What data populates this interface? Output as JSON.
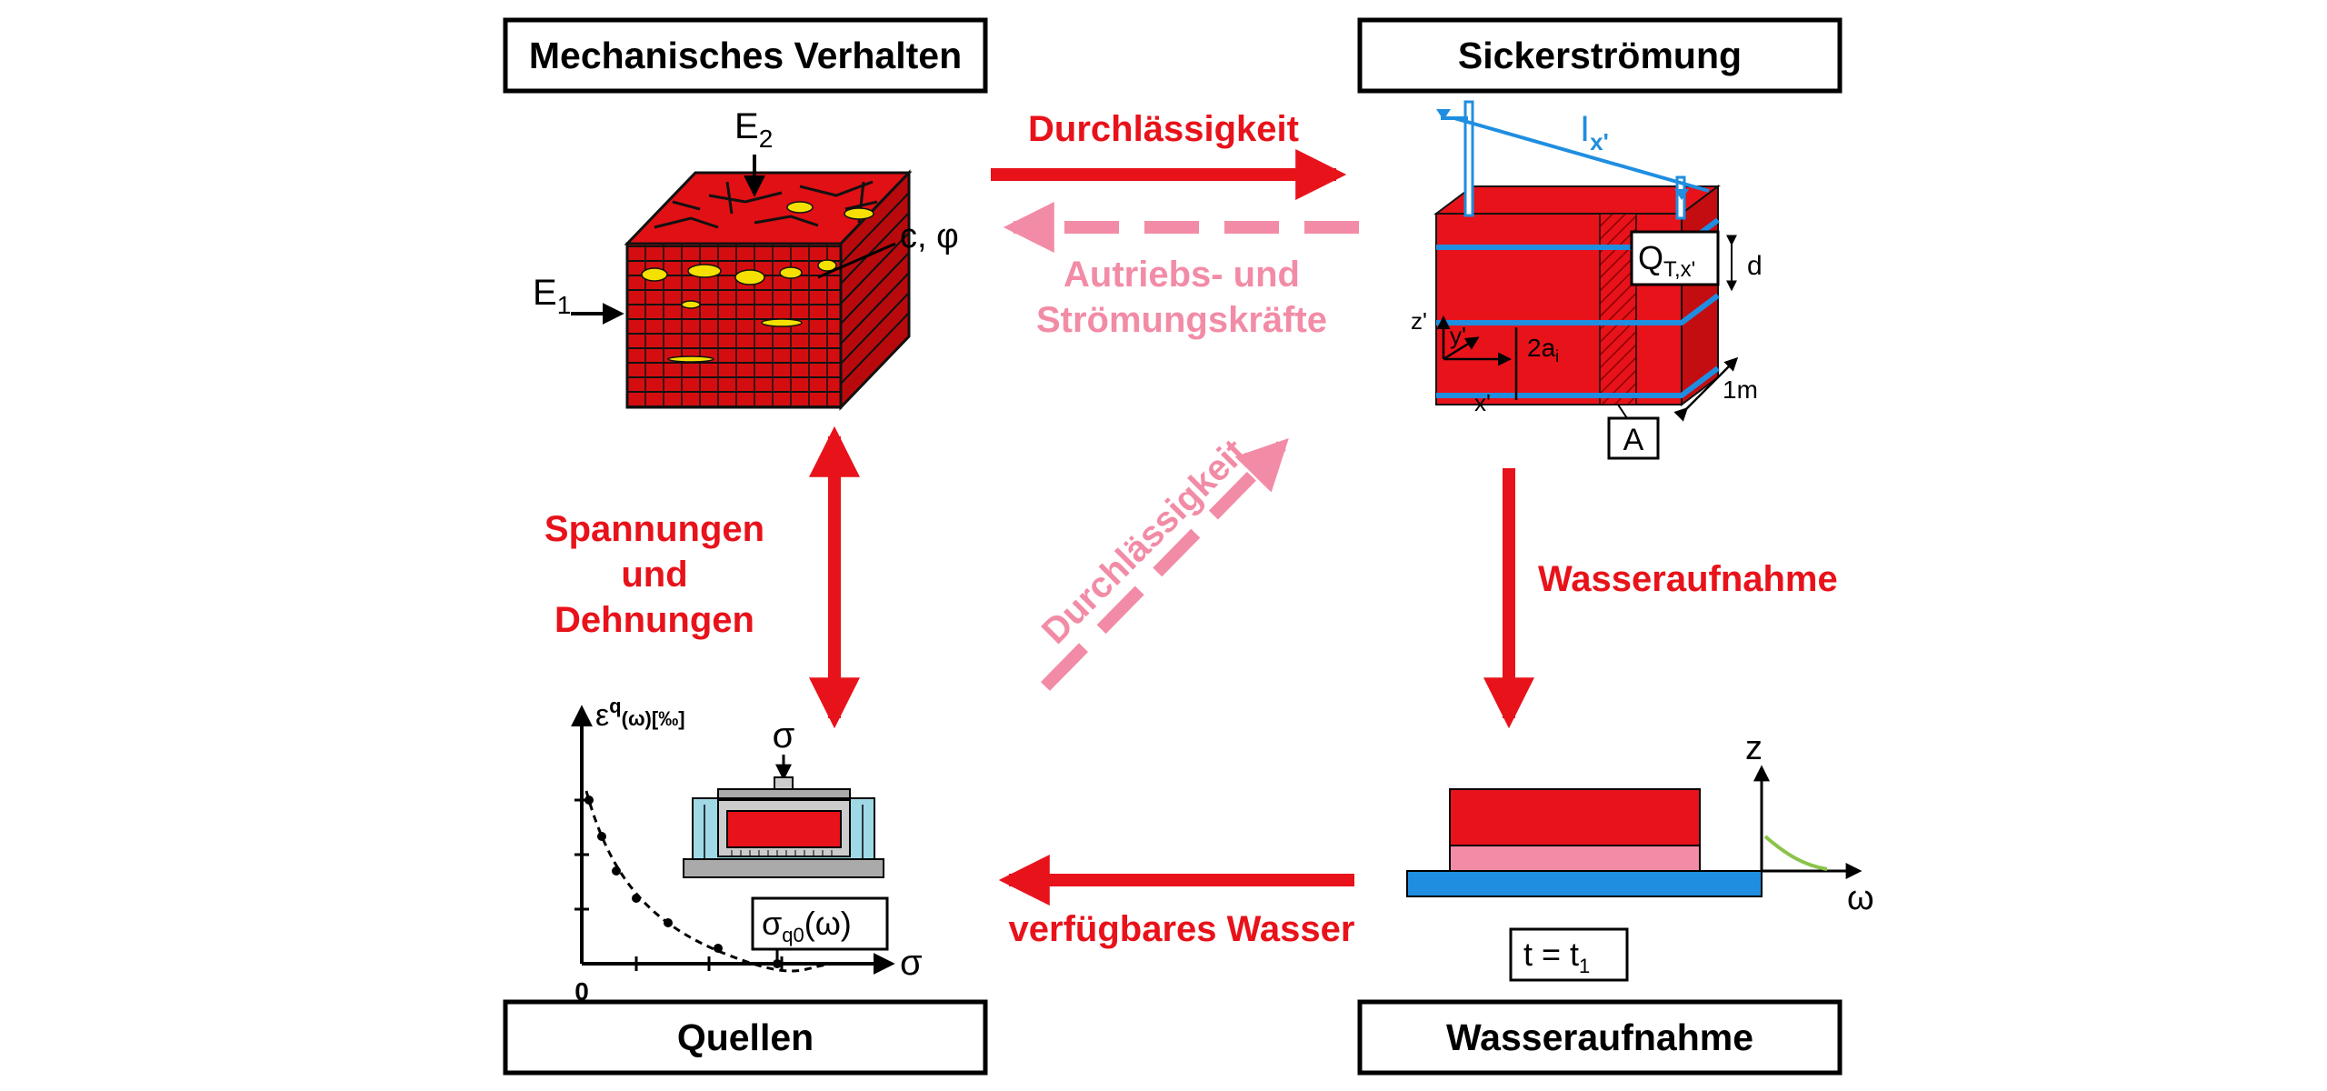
{
  "boxes": {
    "mechanical": "Mechanisches Verhalten",
    "seepage": "Sickerströmung",
    "swelling": "Quellen",
    "water_uptake": "Wasseraufnahme"
  },
  "arrows": {
    "top_forward": "Durchlässigkeit",
    "top_back_line1": "Autriebs- und",
    "top_back_line2": "Strömungskräfte",
    "diagonal": "Durchlässigkeit",
    "left_line1": "Spannungen",
    "left_line2": "und",
    "left_line3": "Dehnungen",
    "right": "Wasseraufnahme",
    "bottom": "verfügbares Wasser"
  },
  "block_labels": {
    "e2": "E",
    "e2_sub": "2",
    "e1": "E",
    "e1_sub": "1",
    "c_phi": "c, φ"
  },
  "seepage_labels": {
    "ix": "I",
    "ix_sub": "x'",
    "q": "Q",
    "q_sub": "T,x'",
    "d": "d",
    "z": "z'",
    "y": "y'",
    "x": "x'",
    "aperture": "2a",
    "aperture_sub": "i",
    "width": "1m",
    "a_box": "A"
  },
  "swell_chart": {
    "ylabel": "ε",
    "ylabel_sup": "q",
    "ylabel_rest": "(ω)[‰]",
    "sigma_top": "σ",
    "xlabel": "σ",
    "origin": "0",
    "box_label": "σ",
    "box_sub": "q0",
    "box_rest": "(ω)"
  },
  "water_labels": {
    "z": "z",
    "omega": "ω",
    "time": "t = t",
    "time_sub": "1"
  },
  "colors": {
    "red": "#e8121a",
    "pink": "#f28ca6",
    "blue": "#1f8ee0",
    "yellow": "#f5e000",
    "dark_red": "#b00000"
  }
}
